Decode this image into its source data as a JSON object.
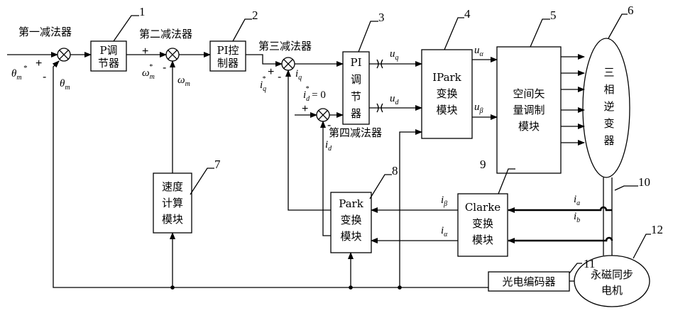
{
  "labels": {
    "sub1": "第一减法器",
    "sub2": "第二减法器",
    "sub3": "第三减法器",
    "sub4": "第四减法器"
  },
  "blocks": {
    "p_reg": [
      "P调",
      "节器"
    ],
    "pi_ctrl": [
      "PI控",
      "制器"
    ],
    "pi_reg": [
      "PI",
      "调",
      "节",
      "器"
    ],
    "ipark": [
      "IPark",
      "变换",
      "模块"
    ],
    "svm": [
      "空间矢",
      "量调制",
      "模块"
    ],
    "inverter": [
      "三",
      "相",
      "逆",
      "变",
      "器"
    ],
    "speed": [
      "速度",
      "计算",
      "模块"
    ],
    "park": [
      "Park",
      "变换",
      "模块"
    ],
    "clarke": [
      "Clarke",
      "变换",
      "模块"
    ],
    "encoder": "光电编码器",
    "motor": [
      "永磁同步",
      "电机"
    ]
  },
  "callouts": [
    "1",
    "2",
    "3",
    "4",
    "5",
    "6",
    "7",
    "8",
    "9",
    "10",
    "11",
    "12"
  ],
  "signals": {
    "theta_ref": "θ",
    "theta_ref_sub": "m",
    "theta_ref_sup": "*",
    "theta_fb": "θ",
    "theta_fb_sub": "m",
    "omega_ref": "ω",
    "omega_ref_sub": "m",
    "omega_ref_sup": "*",
    "omega_fb": "ω",
    "omega_fb_sub": "m",
    "iq_ref": "i",
    "iq_ref_sub": "q",
    "iq_ref_sup": "*",
    "iq": "i",
    "iq_sub": "q",
    "id_ref": "i",
    "id_ref_sub": "d",
    "id_ref_sup": "*",
    "id_ref_val": "= 0",
    "id": "i",
    "id_sub": "d",
    "uq": "u",
    "uq_sub": "q",
    "ud": "u",
    "ud_sub": "d",
    "ualpha": "u",
    "ualpha_sub": "α",
    "ubeta": "u",
    "ubeta_sub": "β",
    "ibeta": "i",
    "ibeta_sub": "β",
    "ialpha": "i",
    "ialpha_sub": "α",
    "ia": "i",
    "ia_sub": "a",
    "ib": "i",
    "ib_sub": "b"
  },
  "signs": {
    "plus": "+",
    "minus": "-"
  }
}
